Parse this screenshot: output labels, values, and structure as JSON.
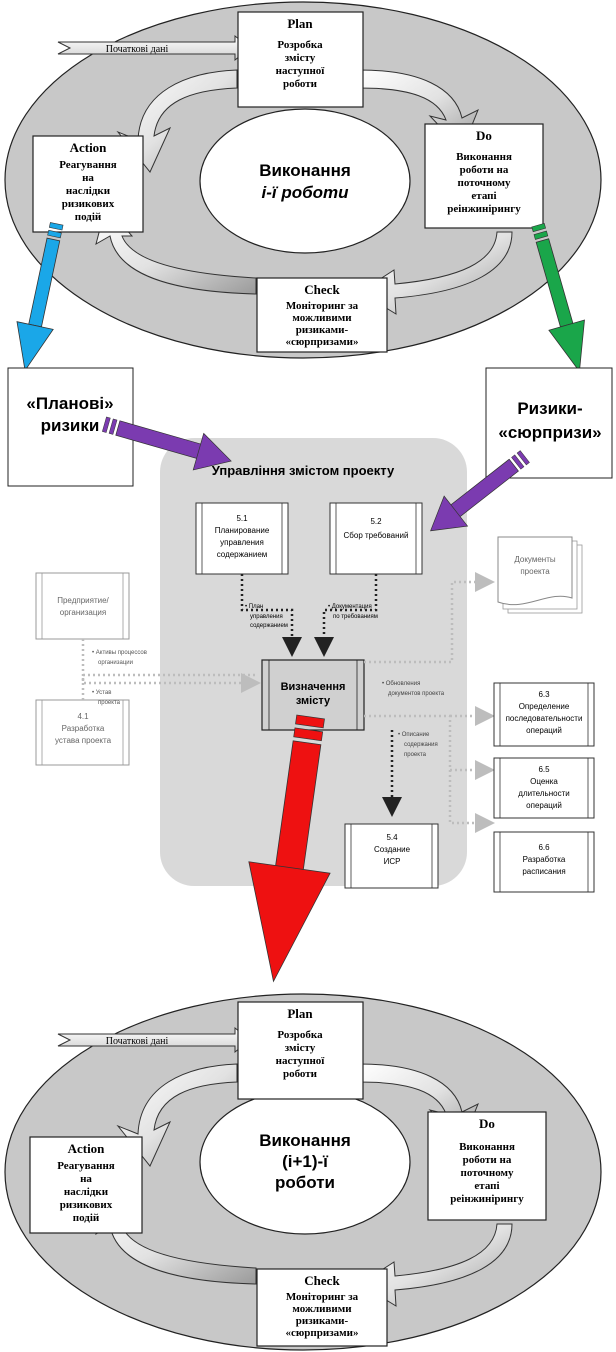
{
  "top_cycle": {
    "input_label": "Початкові дані",
    "center": [
      "Виконання",
      "i-ї роботи"
    ],
    "plan": {
      "title": "Plan",
      "lines": [
        "Розробка",
        "змісту",
        "наступної",
        "роботи"
      ]
    },
    "do": {
      "title": "Do",
      "lines": [
        "Виконання",
        "роботи на",
        "поточному",
        "етапі",
        "реінжинірингу"
      ]
    },
    "check": {
      "title": "Check",
      "lines": [
        "Моніторинг за",
        "можливими",
        "ризиками-",
        "«сюрпризами»"
      ]
    },
    "action": {
      "title": "Action",
      "lines": [
        "Реагування",
        "на",
        "наслідки",
        "ризикових",
        "подій"
      ]
    }
  },
  "planned_risks": [
    "«Планові»",
    "ризики"
  ],
  "surprise_risks": [
    "Ризики-",
    "«сюрпризи»"
  ],
  "scope": {
    "title": "Управління змістом проекту",
    "planning": [
      "5.1",
      "Планирование",
      "управления",
      "содержанием"
    ],
    "requirements": [
      "5.2",
      "Сбор требований"
    ],
    "enterprise": [
      "Предприятие/",
      "организация"
    ],
    "charter": [
      "4.1",
      "Разработка",
      "устава проекта"
    ],
    "define": [
      "Визначення",
      "змісту"
    ],
    "wbs": [
      "5.4",
      "Создание",
      "ИСР"
    ],
    "docs": [
      "Документы",
      "проекта"
    ],
    "sequence": [
      "6.3",
      "Определение",
      "последовательности",
      "операций"
    ],
    "duration": [
      "6.5",
      "Оценка",
      "длительности",
      "операций"
    ],
    "schedule": [
      "6.6",
      "Разработка",
      "расписания"
    ],
    "flow_plan": [
      "• План",
      "управления",
      "содержанием"
    ],
    "flow_reqdoc": [
      "• Документация",
      "по требованиям"
    ],
    "flow_assets": [
      "• Активы процессов",
      "организации"
    ],
    "flow_charter": [
      "• Устав",
      "проекта"
    ],
    "flow_updates": [
      "• Обновления",
      "документов проекта"
    ],
    "flow_scope": [
      "• Описание",
      "содержания",
      "проекта"
    ]
  },
  "bottom_cycle": {
    "input_label": "Початкові дані",
    "center": [
      "Виконання",
      "(i+1)-ї",
      "роботи"
    ],
    "plan": {
      "title": "Plan",
      "lines": [
        "Розробка",
        "змісту",
        "наступної",
        "роботи"
      ]
    },
    "do": {
      "title": "Do",
      "lines": [
        "Виконання",
        "роботи на",
        "поточному",
        "етапі",
        "реінжинірингу"
      ]
    },
    "check": {
      "title": "Check",
      "lines": [
        "Моніторинг за",
        "можливими",
        "ризиками-",
        "«сюрпризами»"
      ]
    },
    "action": {
      "title": "Action",
      "lines": [
        "Реагування",
        "на",
        "наслідки",
        "ризикових",
        "подій"
      ]
    }
  },
  "colors": {
    "cycle_fill": "#c8c8c8",
    "blue_arrow": "#1aa7e8",
    "green_arrow": "#1aa64a",
    "purple_arrow": "#7b3bb0",
    "red_arrow": "#ee1111",
    "scope_panel": "#d9d9d9"
  }
}
